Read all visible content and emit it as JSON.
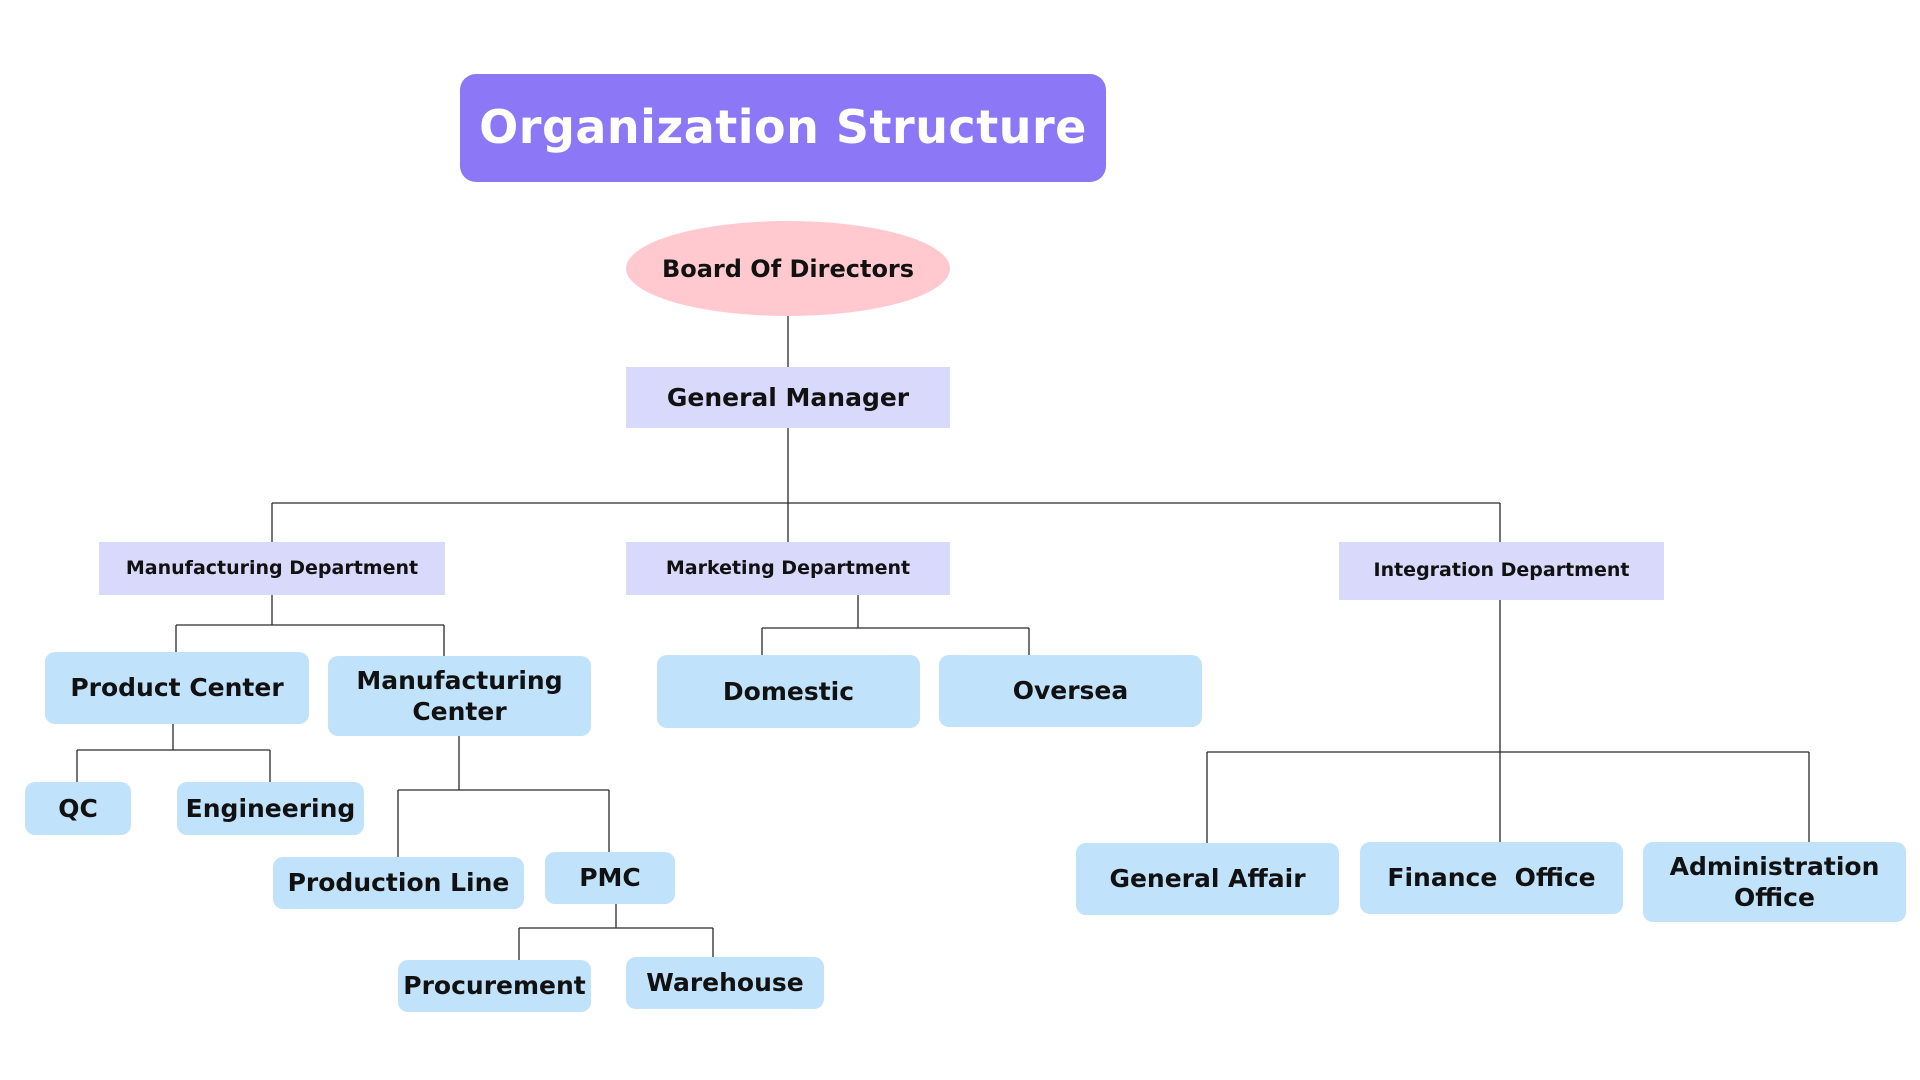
{
  "colors": {
    "title_bg": "#8c78f7",
    "board_bg": "#ffc9cf",
    "manager_bg": "#d9d9fc",
    "node_bg": "#c1e2fb",
    "line": "#2a2a2a"
  },
  "title": "Organization Structure",
  "board": "Board Of Directors",
  "general_manager": "General Manager",
  "departments": {
    "manufacturing": "Manufacturing Department",
    "marketing": "Marketing Department",
    "integration": "Integration Department"
  },
  "units": {
    "product_center": "Product Center",
    "manufacturing_center": "Manufacturing Center",
    "qc": "QC",
    "engineering": "Engineering",
    "production_line": "Production Line",
    "pmc": "PMC",
    "procurement": "Procurement",
    "warehouse": "Warehouse",
    "domestic": "Domestic",
    "oversea": "Oversea",
    "general_affair": "General Affair",
    "finance_office": "Finance  Office",
    "administration_office": "Administration Office"
  }
}
